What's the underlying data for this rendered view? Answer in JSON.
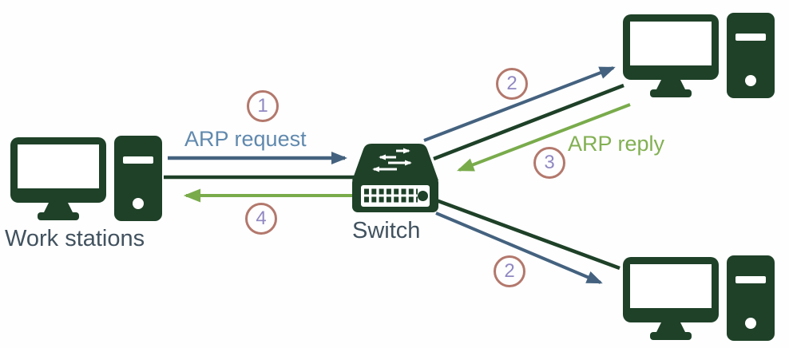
{
  "diagram": {
    "nodes": {
      "left_workstation": {
        "label": "Work stations",
        "icon": "workstation-icon"
      },
      "switch": {
        "label": "Switch",
        "icon": "network-switch-icon"
      },
      "top_right_workstation": {
        "icon": "workstation-icon"
      },
      "bottom_right_workstation": {
        "icon": "workstation-icon"
      }
    },
    "flows": {
      "arp_request": {
        "step": "1",
        "label": "ARP request",
        "color": "#44627f"
      },
      "broadcast_to_top": {
        "step": "2",
        "color": "#44627f"
      },
      "arp_reply": {
        "step": "3",
        "label": "ARP reply",
        "color": "#79ab4b"
      },
      "reply_forward": {
        "step": "4",
        "color": "#79ab4b"
      },
      "broadcast_to_bottom": {
        "step": "2",
        "color": "#44627f"
      }
    },
    "colors": {
      "device_green": "#1e4128",
      "link_green": "#1e4128",
      "request_blue": "#44627f",
      "reply_green": "#79ab4b",
      "request_text_blue": "#6089ae",
      "reply_text_green": "#82b052",
      "node_label_text": "#41525f",
      "step_circle_border": "#b3786c",
      "step_digit": "#9088c2",
      "background": "#fefefe"
    }
  }
}
